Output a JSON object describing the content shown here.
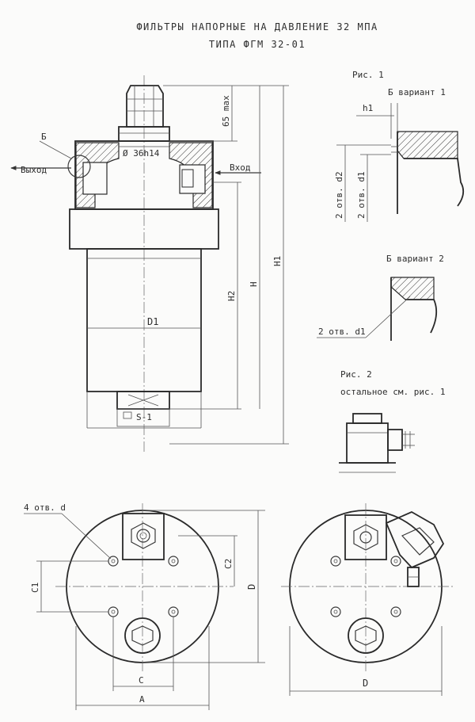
{
  "title": {
    "line1": "ФИЛЬТРЫ НАПОРНЫЕ НА ДАВЛЕНИЕ 32 МПА",
    "line2": "ТИПА ФГМ 32-01"
  },
  "main_view": {
    "label_b": "Б",
    "outlet": "Выход",
    "inlet": "Вход",
    "dim_65max": "65 max",
    "dim_36h14": "Ø 36h14",
    "dim_h1": "H1",
    "dim_h": "H",
    "dim_h2": "H2",
    "dim_d1": "D1",
    "dim_s1": "S-1"
  },
  "fig1": {
    "caption": "Рис. 1",
    "variant1": "Б вариант 1",
    "h1": "h1",
    "holes_d2": "2 отв. d2",
    "holes_d1": "2 отв. d1",
    "variant2": "Б вариант 2",
    "holes_d1_v2": "2 отв. d1"
  },
  "fig2": {
    "caption": "Рис. 2",
    "note": "остальное см. рис. 1"
  },
  "bottom_view": {
    "holes_d": "4 отв. d",
    "dim_c1": "C1",
    "dim_c2": "C2",
    "dim_c": "C",
    "dim_a": "A",
    "dim_d": "D",
    "dim_d_right": "D"
  }
}
